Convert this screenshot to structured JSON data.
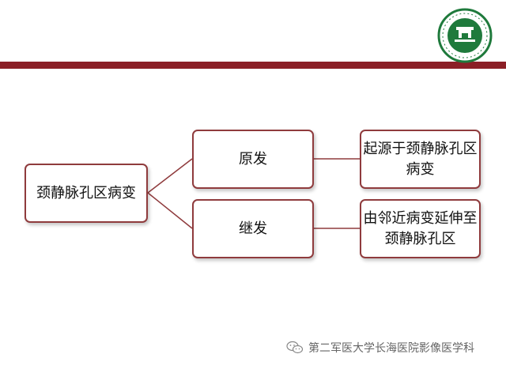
{
  "diagram": {
    "root": "颈静脉孔区病变",
    "branches": [
      {
        "label": "原发",
        "detail": "起源于颈静脉孔区病变"
      },
      {
        "label": "继发",
        "detail": "由邻近病变延伸至颈静脉孔区"
      }
    ]
  },
  "footer": {
    "text": "第二军医大学长海医院影像医学科",
    "icon": "wechat-icon"
  },
  "logo": {
    "icon": "hospital-seal-logo"
  },
  "colors": {
    "accent": "#8b1f26",
    "node_border": "#8f3b3d",
    "logo_green": "#1f7a3c"
  }
}
